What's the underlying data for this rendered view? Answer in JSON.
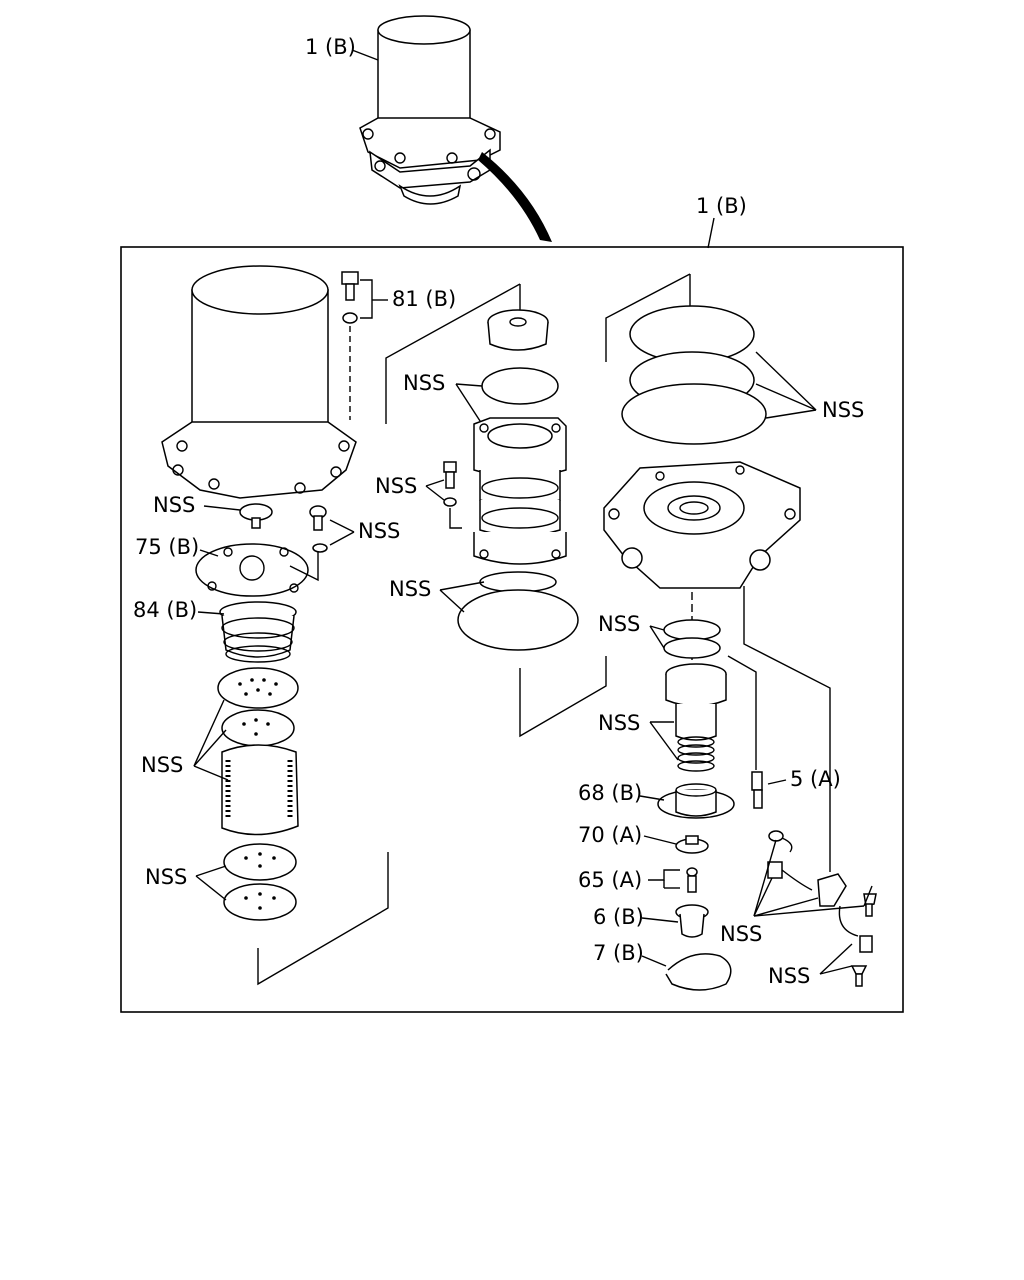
{
  "diagram": {
    "colors": {
      "ink": "#000000",
      "paper": "#ffffff"
    },
    "labels": {
      "top_assembly": "1 (B)",
      "box_assembly": "1 (B)",
      "p81": "81 (B)",
      "p75": "75 (B)",
      "p84": "84 (B)",
      "p68": "68 (B)",
      "p70": "70 (A)",
      "p65": "65 (A)",
      "p6": "6 (B)",
      "p7": "7 (B)",
      "p5": "5 (A)",
      "nss": "NSS"
    }
  }
}
